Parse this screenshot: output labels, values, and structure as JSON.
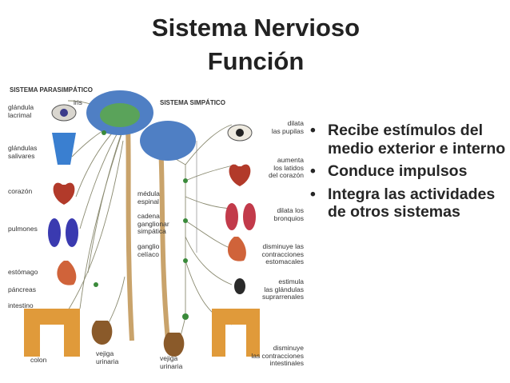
{
  "title": {
    "line1": "Sistema Nervioso",
    "line2": "Función"
  },
  "bullets": [
    "Recibe estímulos del medio exterior e interno",
    "Conduce impulsos",
    "Integra las actividades de otros sistemas"
  ],
  "diagram": {
    "header_left": "SISTEMA PARASIMPÁTICO",
    "header_right": "SISTEMA SIMPÁTICO",
    "left_labels": {
      "glandula_lacrimal": "glándula\nlacrimal",
      "iris": "iris",
      "glandulas_salivares": "glándulas\nsalivares",
      "corazon": "corazón",
      "pulmones": "pulmones",
      "estomago": "estómago",
      "pancreas": "páncreas",
      "intestino": "intestino",
      "colon": "colon",
      "vejiga": "vejiga\nurinaria"
    },
    "center_labels": {
      "medula": "médula\nespinal",
      "cadena": "cadena\nganglionar\nsimpática",
      "ganglio": "ganglio\ncelíaco",
      "vejiga": "vejiga\nurinaria"
    },
    "right_labels": {
      "pupilas": "dilata\nlas pupilas",
      "latidos": "aumenta\nlos latidos\ndel corazón",
      "bronquios": "dilata los\nbronquios",
      "estomacales": "disminuye las\ncontracciones\nestomacales",
      "suprarrenales": "estimula\nlas glándulas\nsuprarrenales",
      "intestinales": "disminuye\nlas contracciones\nintestinales"
    }
  }
}
